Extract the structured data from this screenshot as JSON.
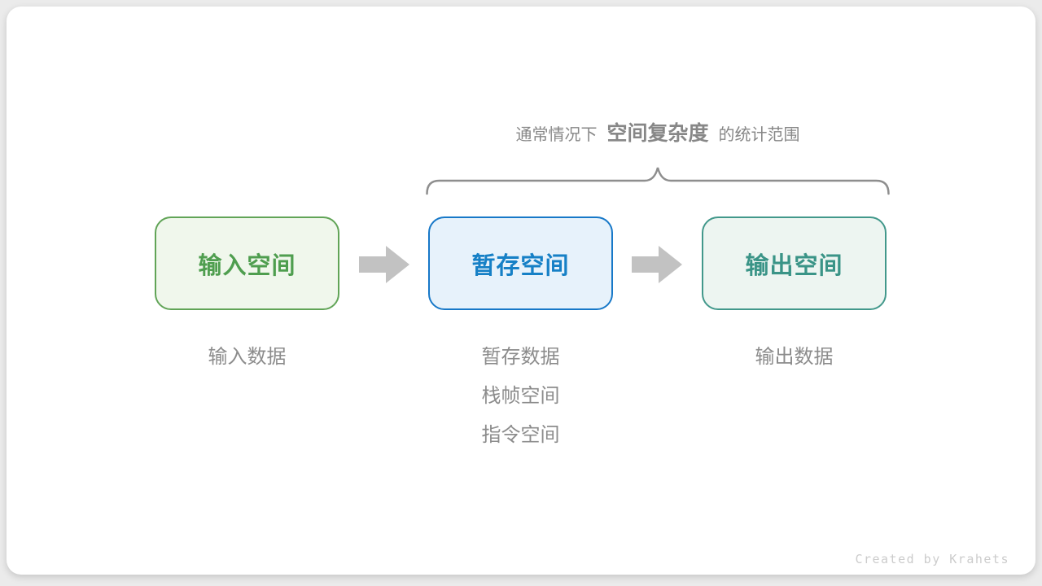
{
  "caption": {
    "prefix": "通常情况下",
    "highlight": "空间复杂度",
    "suffix": "的统计范围"
  },
  "nodes": {
    "input": {
      "label": "输入空间",
      "text_color": "#4f9e4f",
      "border_color": "#61a457",
      "fill_color": "#f0f7ec"
    },
    "buffer": {
      "label": "暂存空间",
      "text_color": "#1680c6",
      "border_color": "#1778c8",
      "fill_color": "#e7f2fb"
    },
    "output": {
      "label": "输出空间",
      "text_color": "#3a9487",
      "border_color": "#42988b",
      "fill_color": "#edf5f1"
    }
  },
  "notes": {
    "input": [
      "输入数据"
    ],
    "buffer": [
      "暂存数据",
      "栈帧空间",
      "指令空间"
    ],
    "output": [
      "输出数据"
    ]
  },
  "icons": {
    "arrow_color": "#c2c2c2",
    "brace_color": "#8e8e8e"
  },
  "footer": {
    "credit": "Created by Krahets"
  }
}
